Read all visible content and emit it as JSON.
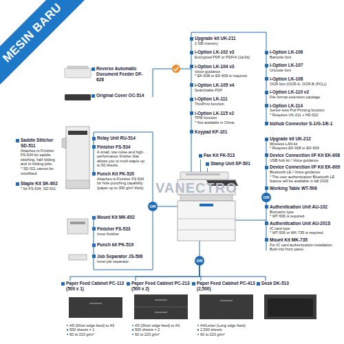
{
  "diagram": {
    "nodes": [
      {
        "text": [
          "Reverse Automatic Document Feeder DF-628"
        ]
      },
      {
        "text": [
          "Original Cover OC-514"
        ]
      },
      {
        "text": [
          "Upgrade kit UK-211",
          "2 GB memory"
        ]
      },
      {
        "text": [
          "i-Option LK-102 v3",
          "Encrypted PDF or PDF/A (1a/1b)"
        ]
      },
      {
        "text": [
          "i-Option LK-104 v3",
          "Voice guidance",
          "* EK-608 or EK-609 is required."
        ]
      },
      {
        "text": [
          "i-Option LK-105 v4",
          "Searchable PDF"
        ]
      },
      {
        "text": [
          "i-Option LK-111",
          "ThinPrint function"
        ]
      },
      {
        "text": [
          "i-Option LK-115 v2",
          "TPM function",
          "* Not available in China."
        ]
      },
      {
        "text": [
          "Keypad KP-101"
        ]
      },
      {
        "text": [
          "i-Option LK-106",
          "Barcode font"
        ]
      },
      {
        "text": [
          "i-Option LK-107",
          "Unicode font"
        ]
      },
      {
        "text": [
          "i-Option LK-108",
          "OCR font (OCR-A, OCR-B (PCL))"
        ]
      },
      {
        "text": [
          "i-Option LK-110 v2",
          "File format extension package"
        ]
      },
      {
        "text": [
          "i-Option LK-114",
          "Server-less Pull Printing function",
          "* Requires UK-211 + HD-522"
        ]
      },
      {
        "text": [
          "bizhub Connector S-1/G-1/E-1"
        ]
      },
      {
        "text": [
          "Upgrade kit UK-212",
          "Wireless LAN kit",
          "* Requires EK-608 or EK-609"
        ]
      },
      {
        "text": [
          "Device Connection I/F Kit EK-608",
          "USB hub kit / Voice guidance"
        ]
      },
      {
        "text": [
          "Device Connection I/F Kit EK-609",
          "Bluetooth LE / Voice guidance",
          "* The user authentication Bluetooth LE feature will be available in fall 2015"
        ]
      },
      {
        "text": [
          "Working Table WT-506"
        ]
      },
      {
        "text": [
          "Authentication Unit AU-102",
          "Biometric type",
          "* WT-506 is required."
        ]
      },
      {
        "text": [
          "Authentication Unit AU-201S",
          "IC card type",
          "* WT-506 or MK-735 is required."
        ]
      },
      {
        "text": [
          "Mount Kit MK-735",
          "For IC card authentication installation",
          "Built into front panel."
        ]
      },
      {
        "text": [
          "Fax Kit FK-513"
        ]
      },
      {
        "text": [
          "Stamp Unit SP-501"
        ]
      },
      {
        "text": [
          "Relay Unit RU-514"
        ]
      },
      {
        "text": [
          "Finisher FS-534",
          "A small, low-noise and high-performance finisher that allows you to multi-staple up to 50 sheets."
        ]
      },
      {
        "text": [
          "Saddle Stitcher SD-511",
          "Attaches to Finisher FS-534 for saddle stitching, half folding and tri-folding jobs.",
          "* SD-511 cannot be retrofitted."
        ]
      },
      {
        "text": [
          "Punch Kit PK-520",
          "Attaches to Finisher FS-534 for hole punching capability (paper up to 300 g/m² thick)"
        ]
      },
      {
        "text": [
          "Staple Kit SK-602",
          "* for FS-534, SD-511"
        ]
      },
      {
        "text": [
          "Mount Kit MK-602"
        ]
      },
      {
        "text": [
          "Finisher FS-533",
          "Inner finisher"
        ]
      },
      {
        "text": [
          "Punch kit PK-519"
        ]
      },
      {
        "text": [
          "Job Separator JS-506",
          "Inner job separator"
        ]
      },
      {
        "text": [
          "Paper Feed Cabinet PC-113 (500 x 1)",
          "A5 (Short edge feed) to A3",
          "500 sheets × 1",
          "60 to 220 g/m²"
        ]
      },
      {
        "text": [
          "Paper Feed Cabinet PC-213 (500 x 2)",
          "A5 (Short edge feed) to A3",
          "500 sheets × 2",
          "60 to 220 g/m²"
        ]
      },
      {
        "text": [
          "Paper Feed Cabinet PC-413 (2,500)",
          "A4/Letter (Long edge feed)",
          "2,500 sheets",
          "60 to 220 g/m²"
        ]
      },
      {
        "text": [
          "Desk DK-513"
        ]
      },
      {
        "text": [
          "OR"
        ]
      },
      {
        "text": [
          "OR"
        ]
      },
      {
        "text": [
          "OR"
        ]
      }
    ],
    "edges": [
      {
        "from": 39,
        "to": 33,
        "arrow": "none"
      },
      {
        "from": 39,
        "to": 34,
        "arrow": "none"
      },
      {
        "from": 39,
        "to": 35,
        "arrow": "none"
      },
      {
        "from": 39,
        "to": 36,
        "arrow": "none"
      }
    ],
    "labels": [
      "MESIN BARU",
      "VANECTRO"
    ]
  }
}
